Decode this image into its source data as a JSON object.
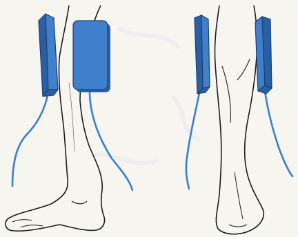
{
  "colors": {
    "paper": "#f6f5f0",
    "pad_face": "#3f7fcc",
    "pad_side": "#2a5fa6",
    "pad_edge": "#1d3f6e",
    "cable": "#3a7ed0",
    "outline": "#1b1b1b",
    "ghost": "#e6e8ee"
  },
  "figures": [
    {
      "view": "side",
      "pads": 2,
      "cables": 2
    },
    {
      "view": "back",
      "pads": 2,
      "cables": 2
    }
  ]
}
